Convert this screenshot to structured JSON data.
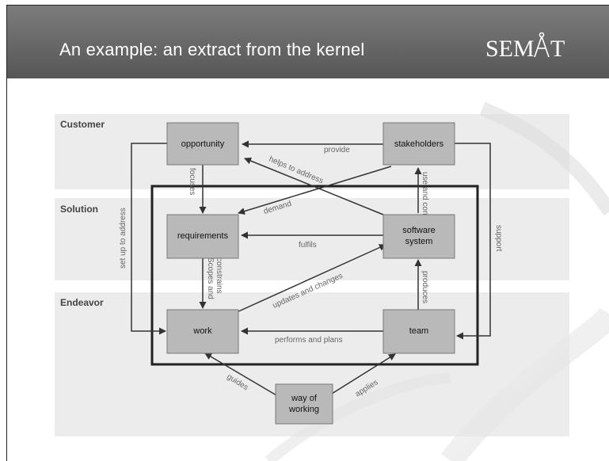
{
  "slide": {
    "title": "An example:  an extract  from the kernel",
    "logo_text": "SEMAT"
  },
  "bands": {
    "customer": "Customer",
    "solution": "Solution",
    "endeavor": "Endeavor"
  },
  "nodes": {
    "opportunity": "opportunity",
    "stakeholders": "stakeholders",
    "requirements": "requirements",
    "software_system_1": "software",
    "software_system_2": "system",
    "work": "work",
    "team": "team",
    "way_of_working_1": "way of",
    "way_of_working_2": "working"
  },
  "edges": {
    "provide": "provide",
    "helps_to_address": "helps to address",
    "use_and_consume": "use and consume",
    "focuses": "focuses",
    "demand": "demand",
    "fulfils": "fulfils",
    "scopes_and_constrains": "Scopes and constrains",
    "updates_and_changes": "updates and changes",
    "produces": "produces",
    "performs_and_plans": "performs and plans",
    "set_up_to_address": "set up to address",
    "support": "support",
    "guides": "guides",
    "applies": "applies"
  },
  "colors": {
    "header": "#666666",
    "band": "#ececec",
    "box": "#b9b9b9",
    "kernel_border": "#222222"
  }
}
